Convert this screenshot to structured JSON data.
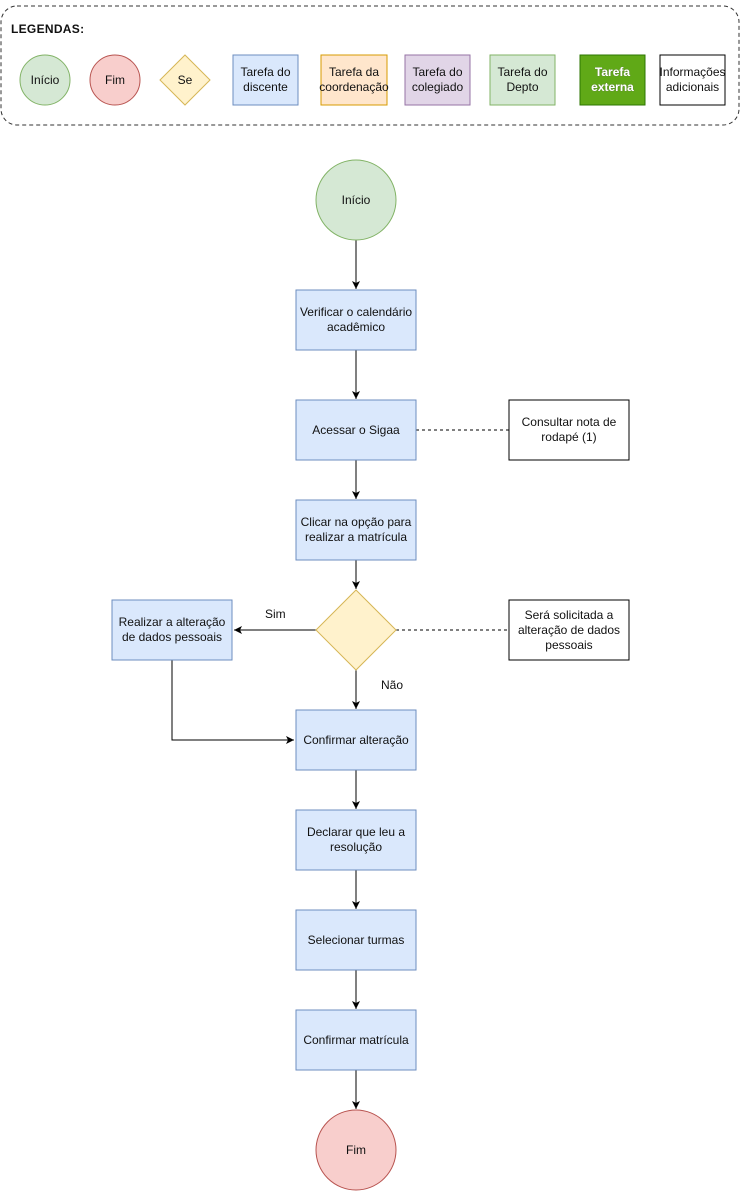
{
  "legend": {
    "title": "LEGENDAS:",
    "items": {
      "inicio": "Início",
      "fim": "Fim",
      "se": "Se",
      "discente": "Tarefa do\ndiscente",
      "coordenacao": "Tarefa da\ncoordenação",
      "colegiado": "Tarefa do\ncolegiado",
      "depto": "Tarefa do\nDepto",
      "externa": "Tarefa\nexterna",
      "info": "Informações\nadicionais"
    }
  },
  "nodes": {
    "start": "Início",
    "verificar": "Verificar o calendário\nacadêmico",
    "acessar": "Acessar o Sigaa",
    "nota": "Consultar nota de\nrodapé (1)",
    "clicar": "Clicar na opção para\nrealizar a matrícula",
    "realizar": "Realizar a alteração\nde dados pessoais",
    "solicitada": "Será solicitada a\nalteração de dados\npessoais",
    "confirmar_alt": "Confirmar alteração",
    "declarar": "Declarar que leu a\nresolução",
    "selecionar": "Selecionar turmas",
    "confirmar_mat": "Confirmar matrícula",
    "end": "Fim"
  },
  "edges": {
    "sim": "Sim",
    "nao": "Não"
  },
  "colors": {
    "start_fill": "#d5e8d4",
    "start_stroke": "#82b366",
    "end_fill": "#f8cecc",
    "end_stroke": "#b85450",
    "decision_fill": "#fff2cc",
    "decision_stroke": "#d6b656",
    "discente_fill": "#dae8fc",
    "discente_stroke": "#6c8ebf",
    "coordenacao_fill": "#ffe6cc",
    "coordenacao_stroke": "#d79b00",
    "colegiado_fill": "#e1d5e7",
    "colegiado_stroke": "#9673a6",
    "depto_fill": "#d5e8d4",
    "depto_stroke": "#82b366",
    "externa_fill": "#60a917",
    "externa_stroke": "#2d7600"
  }
}
